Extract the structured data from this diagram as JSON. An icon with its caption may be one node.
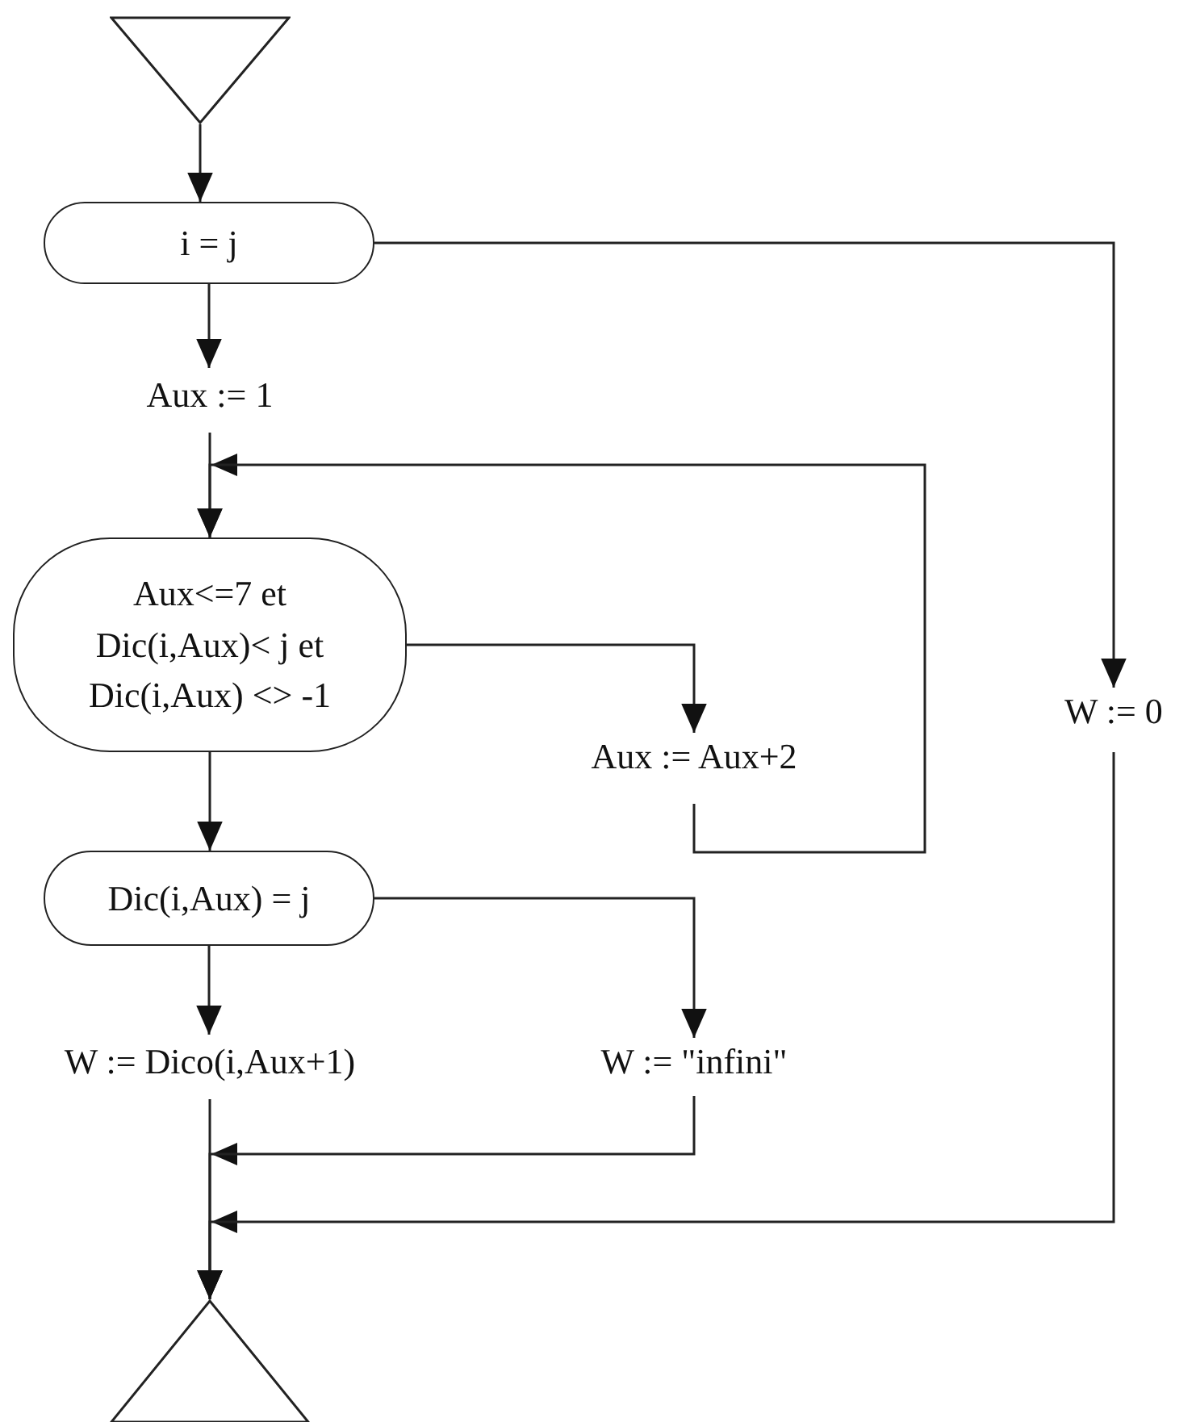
{
  "diagram": {
    "nodes": [
      {
        "text": [],
        "shape": "triangle"
      },
      {
        "text": [
          "i = j"
        ]
      },
      {
        "text": [
          "Aux := 1"
        ]
      },
      {
        "text": [
          "Aux<=7 et Dic(i,Aux)< j et Dic(i,Aux) <> -1"
        ]
      },
      {
        "text": [
          "Aux := Aux+2"
        ]
      },
      {
        "text": [
          "Dic(i,Aux) = j"
        ]
      },
      {
        "text": [
          "W := Dico(i,Aux+1)"
        ]
      },
      {
        "text": [
          "W := \"infini\""
        ]
      },
      {
        "text": [
          "W := 0"
        ]
      },
      {
        "text": [],
        "shape": "triangle"
      }
    ],
    "edges": [
      {
        "from": 0,
        "to": 1,
        "arrow": "to"
      },
      {
        "from": 1,
        "to": 2,
        "arrow": "to"
      },
      {
        "from": 2,
        "to": 3,
        "arrow": "to"
      },
      {
        "from": 3,
        "to": 4,
        "arrow": "to"
      },
      {
        "from": 4,
        "to": 3,
        "arrow": "to"
      },
      {
        "from": 1,
        "to": 8,
        "arrow": "to"
      },
      {
        "from": 3,
        "to": 5,
        "arrow": "to"
      },
      {
        "from": 5,
        "to": 6,
        "arrow": "to"
      },
      {
        "from": 5,
        "to": 7,
        "arrow": "to"
      },
      {
        "from": 6,
        "to": 9,
        "arrow": "to"
      },
      {
        "from": 7,
        "to": 9,
        "arrow": "to"
      },
      {
        "from": 8,
        "to": 9,
        "arrow": "to"
      }
    ]
  }
}
